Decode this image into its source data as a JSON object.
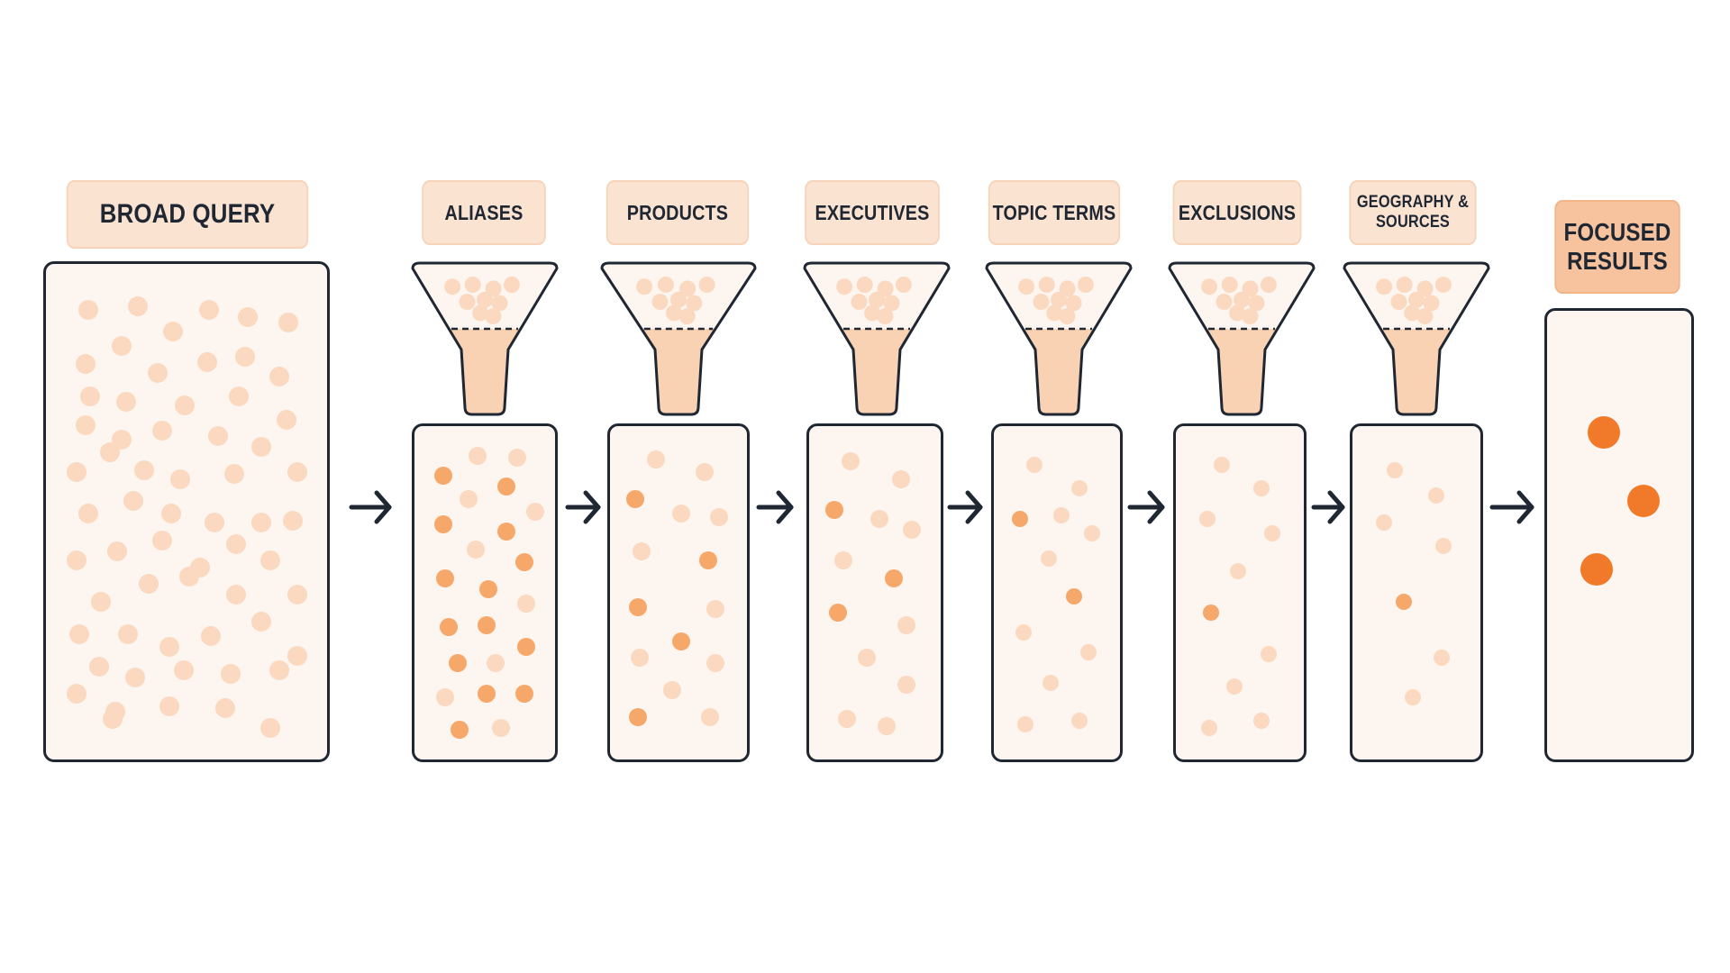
{
  "stages": [
    {
      "id": "broad-query",
      "label": "BROAD QUERY",
      "kind": "source"
    },
    {
      "id": "aliases",
      "label": "ALIASES",
      "kind": "filter"
    },
    {
      "id": "products",
      "label": "PRODUCTS",
      "kind": "filter"
    },
    {
      "id": "executives",
      "label": "EXECUTIVES",
      "kind": "filter"
    },
    {
      "id": "topic-terms",
      "label": "TOPIC TERMS",
      "kind": "filter"
    },
    {
      "id": "exclusions",
      "label": "EXCLUSIONS",
      "kind": "filter"
    },
    {
      "id": "geography-sources",
      "label": "GEOGRAPHY & SOURCES",
      "label_lines": [
        "GEOGRAPHY &",
        "SOURCES"
      ],
      "kind": "filter"
    },
    {
      "id": "focused-results",
      "label": "FOCUSED RESULTS",
      "label_lines": [
        "FOCUSED",
        "RESULTS"
      ],
      "kind": "result"
    }
  ],
  "colors": {
    "outline": "#1f2733",
    "box_fill": "#fdf5ef",
    "label_fill": "#fbe3d1",
    "result_label_fill": "#f7c39e",
    "funnel_neck": "#f8d2b3",
    "dot_faint": "#fbd9c0",
    "dot_mid": "#f6a86b",
    "dot_strong": "#f07a2a"
  },
  "icons": [
    "funnel-icon",
    "arrow-right-icon"
  ]
}
